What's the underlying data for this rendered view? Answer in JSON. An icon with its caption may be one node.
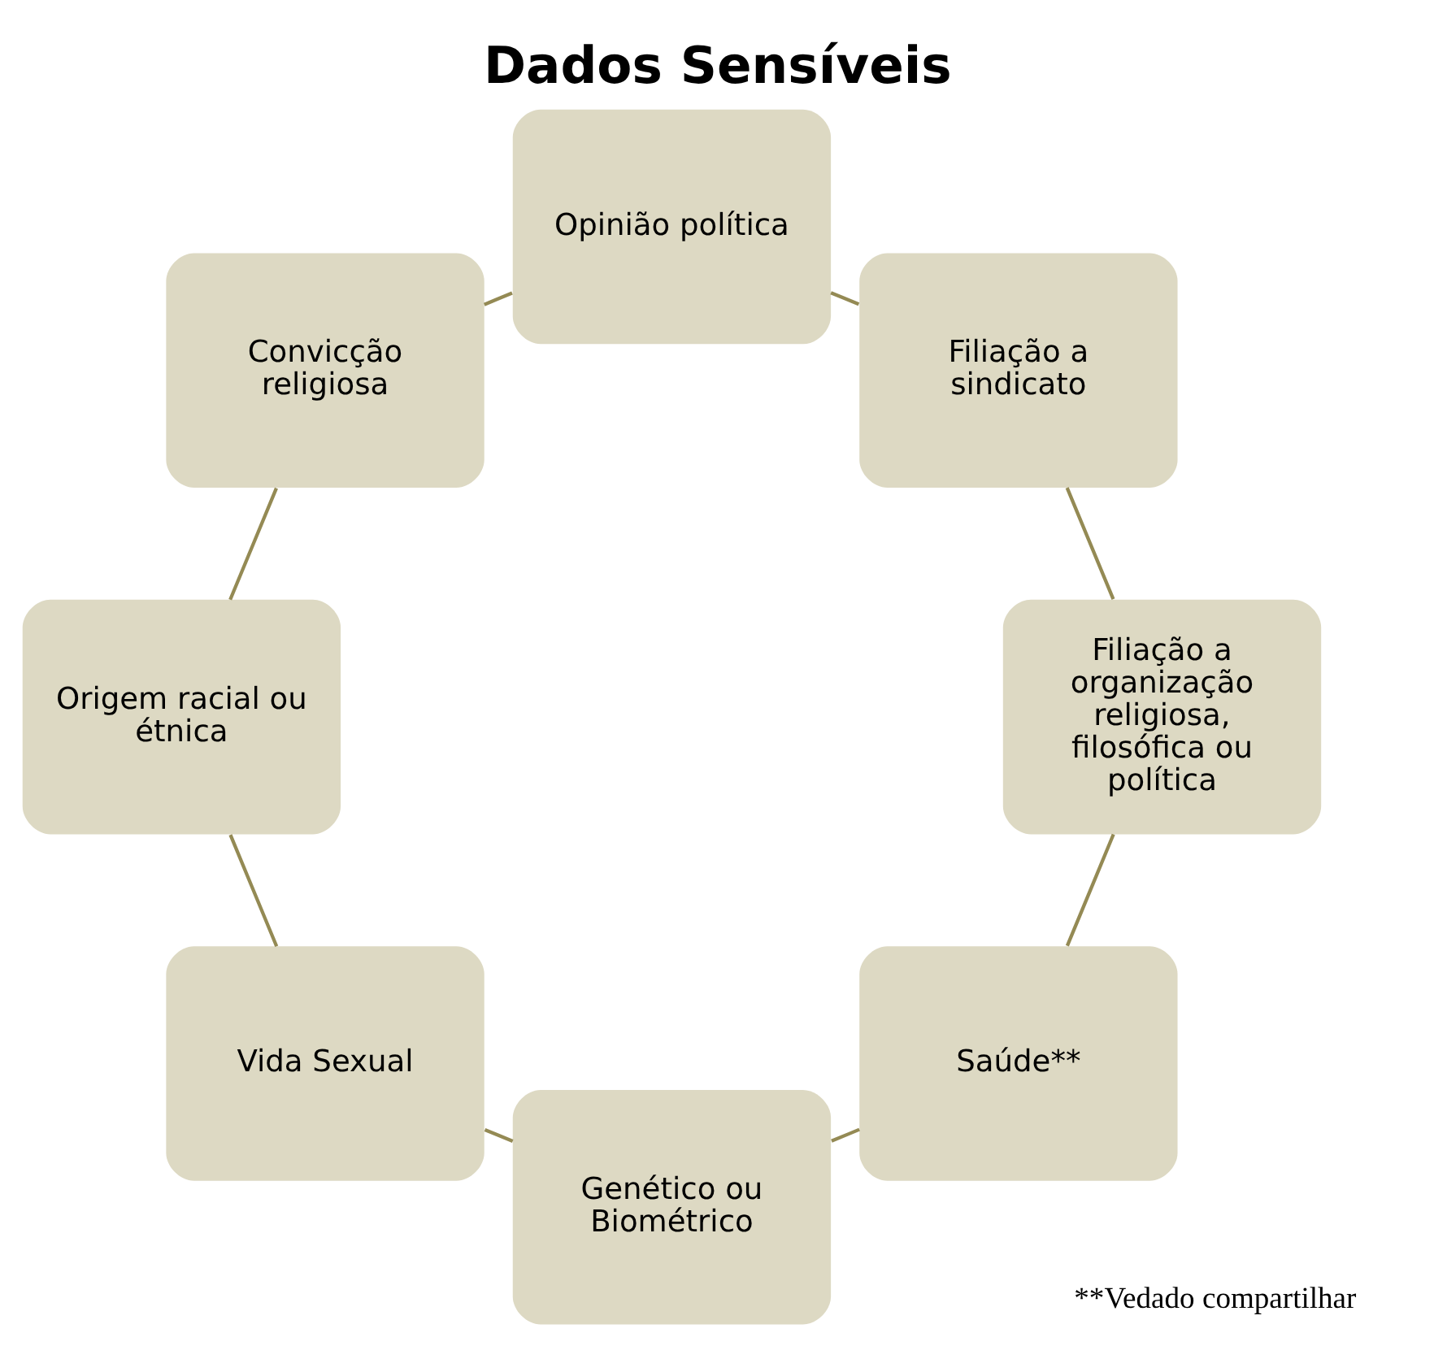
{
  "diagram": {
    "title": "Dados Sensíveis",
    "nodes": [
      {
        "text": [
          "Saúde**"
        ]
      },
      {
        "text": [
          "Genético ou Biométrico"
        ]
      },
      {
        "text": [
          "Vida Sexual"
        ]
      },
      {
        "text": [
          "Origem racial ou étnica"
        ]
      },
      {
        "text": [
          "Convicção religiosa"
        ]
      },
      {
        "text": [
          "Opinião política"
        ]
      },
      {
        "text": [
          "Filiação a sindicato"
        ]
      },
      {
        "text": [
          "Filiação a organização religiosa, filosófica ou política"
        ]
      }
    ],
    "edges": [
      {
        "from": 0,
        "to": 1,
        "arrow": "none"
      },
      {
        "from": 1,
        "to": 2,
        "arrow": "none"
      },
      {
        "from": 2,
        "to": 3,
        "arrow": "none"
      },
      {
        "from": 3,
        "to": 4,
        "arrow": "none"
      },
      {
        "from": 4,
        "to": 5,
        "arrow": "none"
      },
      {
        "from": 5,
        "to": 6,
        "arrow": "none"
      },
      {
        "from": 6,
        "to": 7,
        "arrow": "none"
      },
      {
        "from": 7,
        "to": 0,
        "arrow": "none"
      }
    ],
    "labels": [
      "**Vedado compartilhar"
    ]
  }
}
